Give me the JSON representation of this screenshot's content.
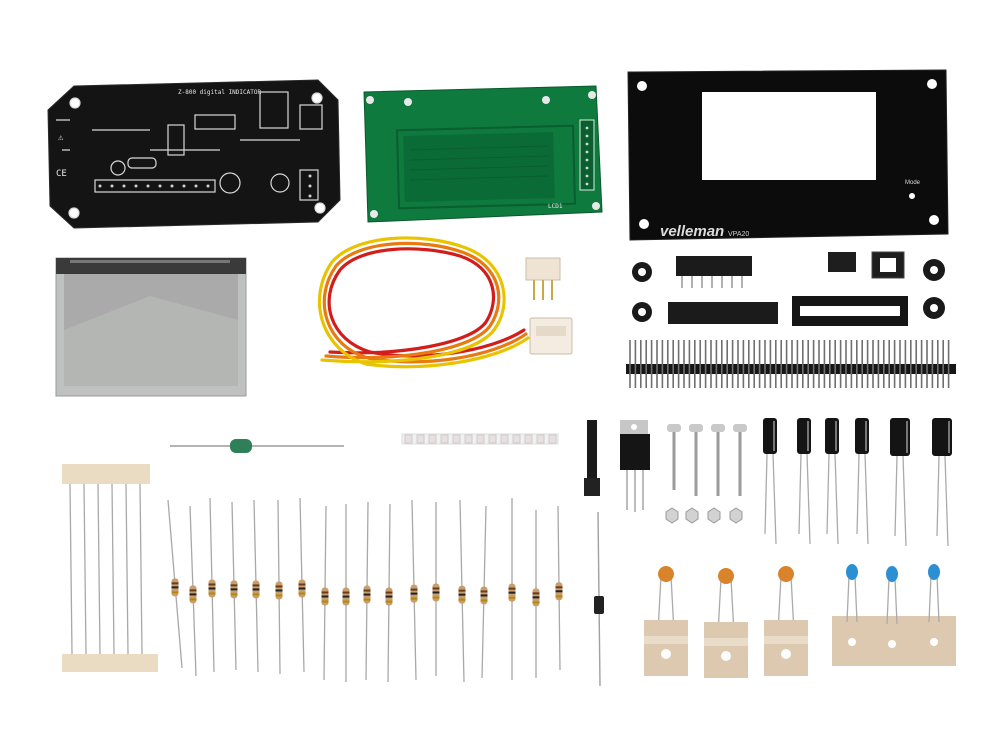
{
  "photo": {
    "main_pcb_title": "Z-800 digital INDICATOR",
    "lcd_pcb_text": "LCD1",
    "panel_brand": "velleman",
    "panel_model": "VPA20",
    "panel_mode_label": "Mode"
  }
}
